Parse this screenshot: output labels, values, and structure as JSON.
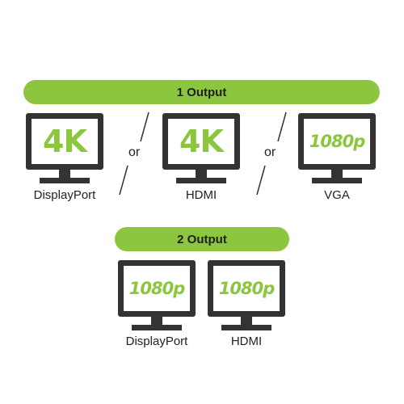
{
  "colors": {
    "accent_green": "#8cc63f",
    "dark": "#333333"
  },
  "one_output": {
    "title": "1 Output",
    "separator": "or",
    "monitors": [
      {
        "resolution": "4K",
        "port": "DisplayPort"
      },
      {
        "resolution": "4K",
        "port": "HDMI"
      },
      {
        "resolution": "1080p",
        "port": "VGA"
      }
    ]
  },
  "two_output": {
    "title": "2 Output",
    "monitors": [
      {
        "resolution": "1080p",
        "port": "DisplayPort"
      },
      {
        "resolution": "1080p",
        "port": "HDMI"
      }
    ]
  }
}
